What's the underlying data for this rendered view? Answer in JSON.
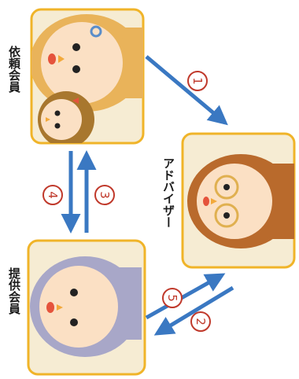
{
  "nodes": {
    "requesting_member": {
      "label": "依頼会員"
    },
    "advisor": {
      "label": "アドバイザー"
    },
    "providing_member": {
      "label": "提供会員"
    }
  },
  "steps": {
    "step1": "1",
    "step2": "2",
    "step3": "3",
    "step4": "4",
    "step5": "5"
  },
  "colors": {
    "card_border": "#f0b429",
    "card_fill": "#f6ecd3",
    "arrow": "#3a78c2",
    "step_circle": "#c0392b"
  }
}
